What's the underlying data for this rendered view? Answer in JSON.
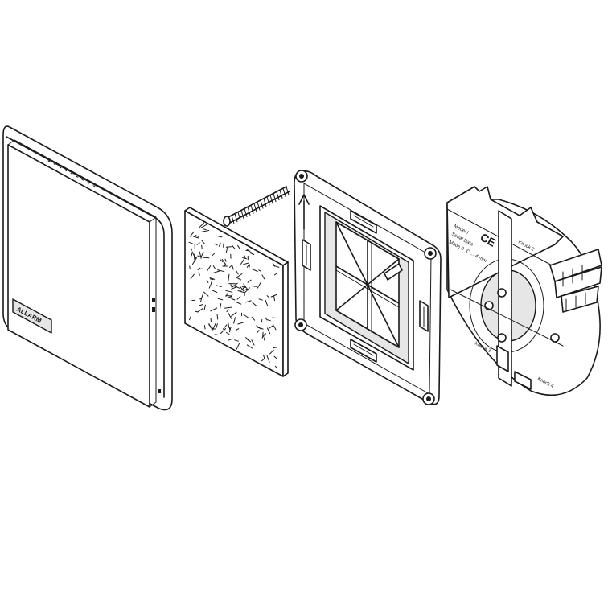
{
  "diagram": {
    "labels": {
      "badge": "ALLARM",
      "name_plate": "Model I",
      "plate_line_2": "Serial Data",
      "plate_line_3": "Made 0 °C ... 4 mm",
      "ce_mark": "CE",
      "knock_a": "Knock 3",
      "knock_b": "Knock 4",
      "knock_c": "Knock 2"
    }
  }
}
